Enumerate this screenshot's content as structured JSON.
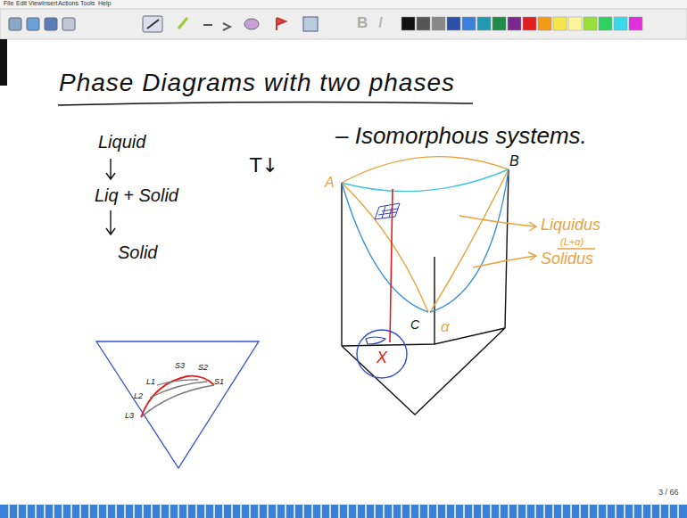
{
  "diagram": {
    "title": "Phase Diagrams with two phases",
    "nodes": [
      {
        "text": [
          "X"
        ]
      }
    ],
    "labels": [
      "File",
      "Edit",
      "View",
      "Insert",
      "Actions",
      "Tools",
      "Help",
      "B",
      "I",
      "Liquid",
      "Liq + Solid",
      "Solid",
      "T↓",
      "– Isomorphous systems.",
      "A",
      "B",
      "C",
      "α",
      "Liquidus",
      "(L+α)",
      "Solidus",
      "L3",
      "L2",
      "L1",
      "S3",
      "S2",
      "S1",
      "3 / 66"
    ]
  }
}
